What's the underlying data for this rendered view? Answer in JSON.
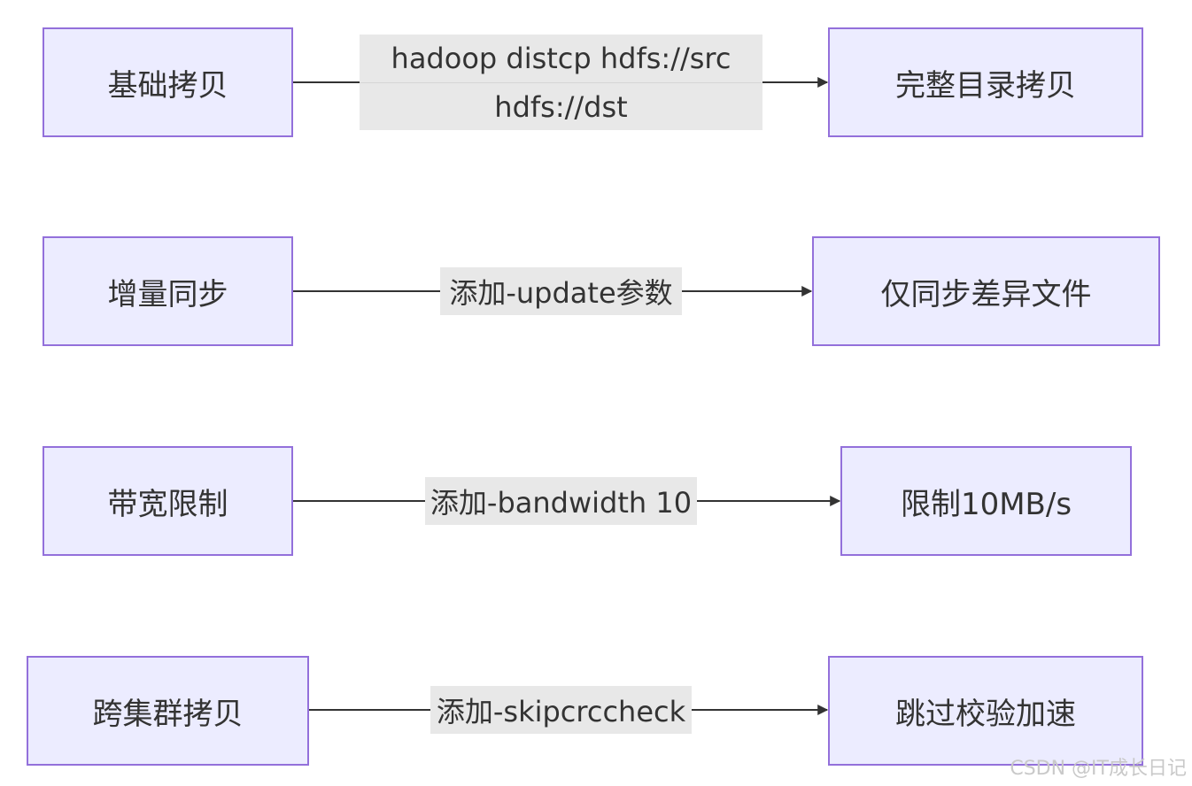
{
  "rows": [
    {
      "source": "基础拷贝",
      "edge_label": [
        "hadoop distcp hdfs://src",
        "hdfs://dst"
      ],
      "target": "完整目录拷贝"
    },
    {
      "source": "增量同步",
      "edge_label": [
        "添加-update参数"
      ],
      "target": "仅同步差异文件"
    },
    {
      "source": "带宽限制",
      "edge_label": [
        "添加-bandwidth 10"
      ],
      "target": "限制10MB/s"
    },
    {
      "source": "跨集群拷贝",
      "edge_label": [
        "添加-skipcrccheck"
      ],
      "target": "跳过校验加速"
    }
  ],
  "watermark": "CSDN @IT成长日记",
  "colors": {
    "node_fill": "#ECECFF",
    "node_border": "#9370DB",
    "label_bg": "#E8E8E8",
    "edge": "#333333"
  }
}
